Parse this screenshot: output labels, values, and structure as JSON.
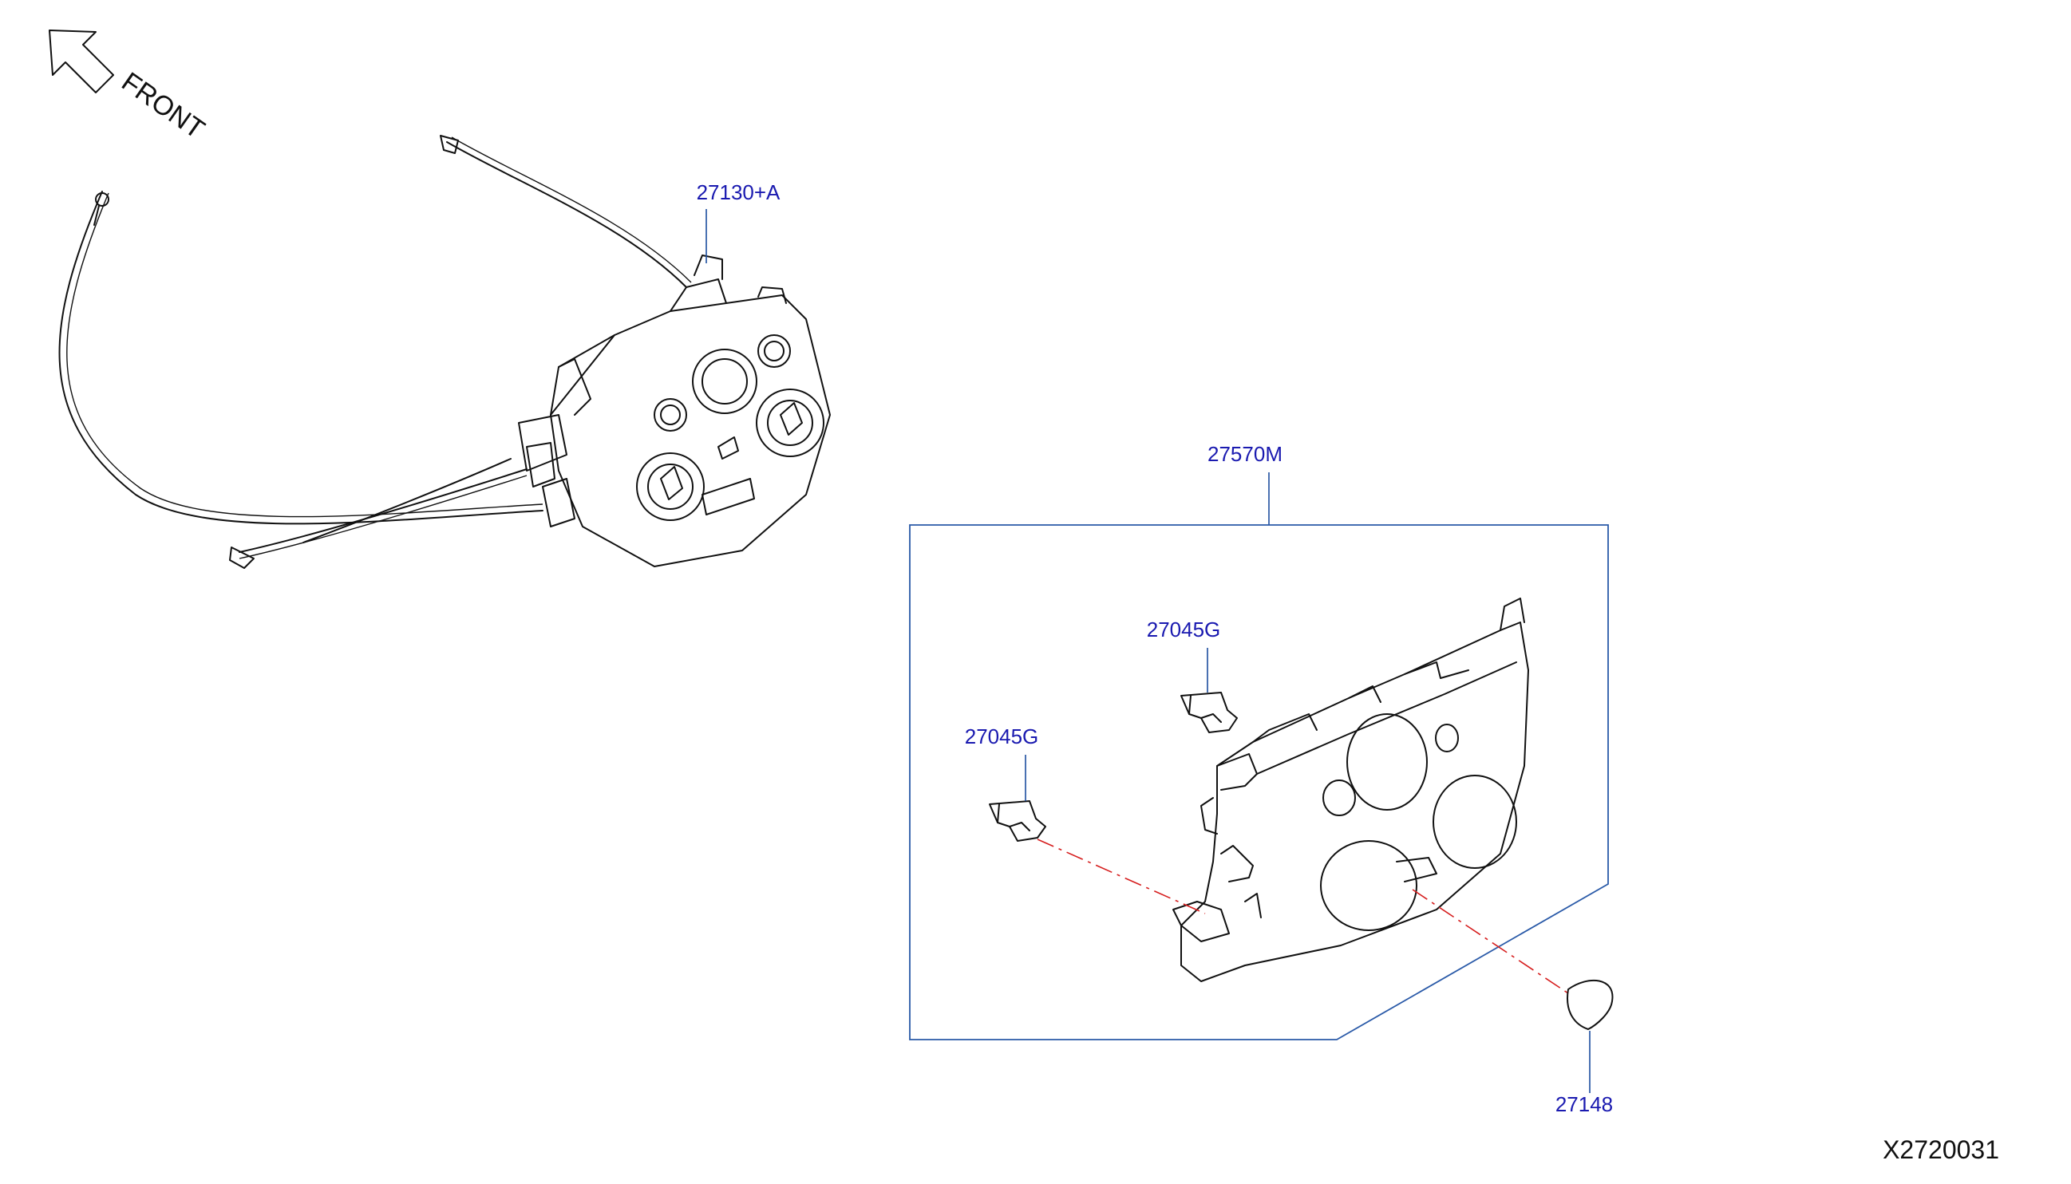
{
  "front_indicator": {
    "text": "FRONT"
  },
  "callouts": {
    "control_unit": "27130+A",
    "panel_assembly": "27570M",
    "clip_upper": "27045G",
    "clip_lower": "27045G",
    "knob": "27148"
  },
  "diagram_id": "X2720031",
  "colors": {
    "callout_text": "#1a1ab0",
    "leader_line": "#1d4e9e",
    "assembly_box": "#2a5aa8",
    "center_line": "#d61e1e",
    "drawing": "#111111"
  }
}
